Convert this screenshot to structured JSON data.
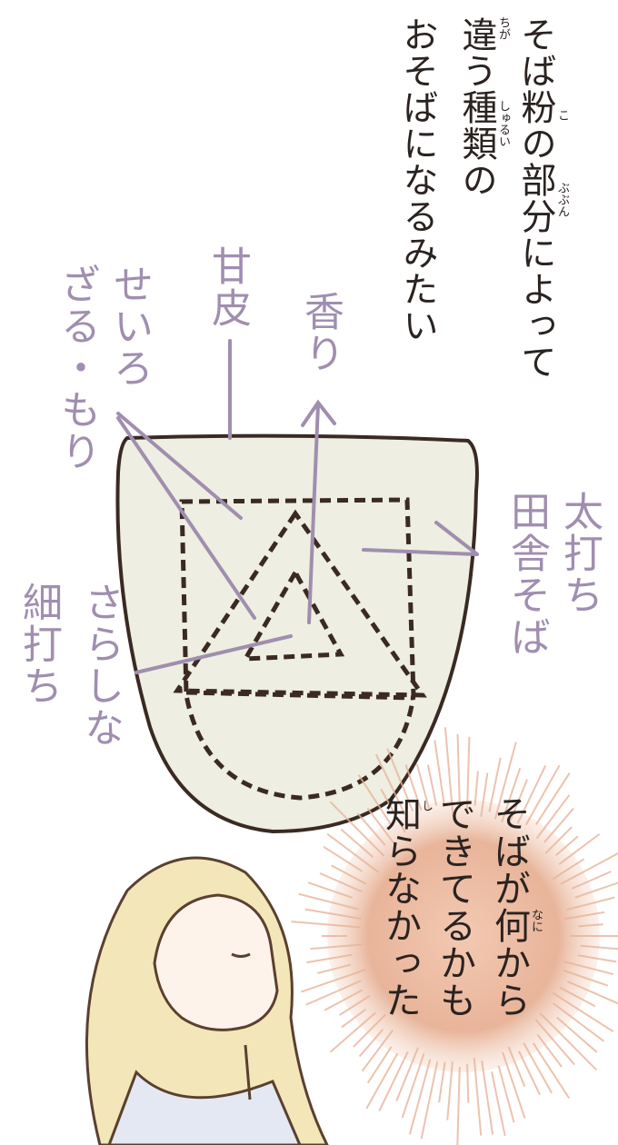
{
  "narration": {
    "lines": [
      "そば粉の部分によって",
      "違う種類の",
      "おそばになるみたい"
    ],
    "ruby": [
      "こ",
      "ぶぶん",
      "ちが",
      "しゅるい"
    ]
  },
  "diagram_labels": {
    "amakawa": "甘皮",
    "kaori": "香り",
    "seiro": "せいろ",
    "zaru_mori": "ざる・もり",
    "futouchi": "太打ち",
    "inaka_soba": "田舎そば",
    "sarashina": "さらしな",
    "hosouchi": "細打ち"
  },
  "speech_bubble": {
    "lines": [
      "そばが何から",
      "できてるかも",
      "知らなかった"
    ],
    "ruby": [
      "なに",
      "し"
    ]
  },
  "colors": {
    "label_purple": "#a08eb0",
    "seed_fill": "#eeeee2",
    "outline_brown": "#3a2a22",
    "bubble_peach": "#e8b49a"
  }
}
